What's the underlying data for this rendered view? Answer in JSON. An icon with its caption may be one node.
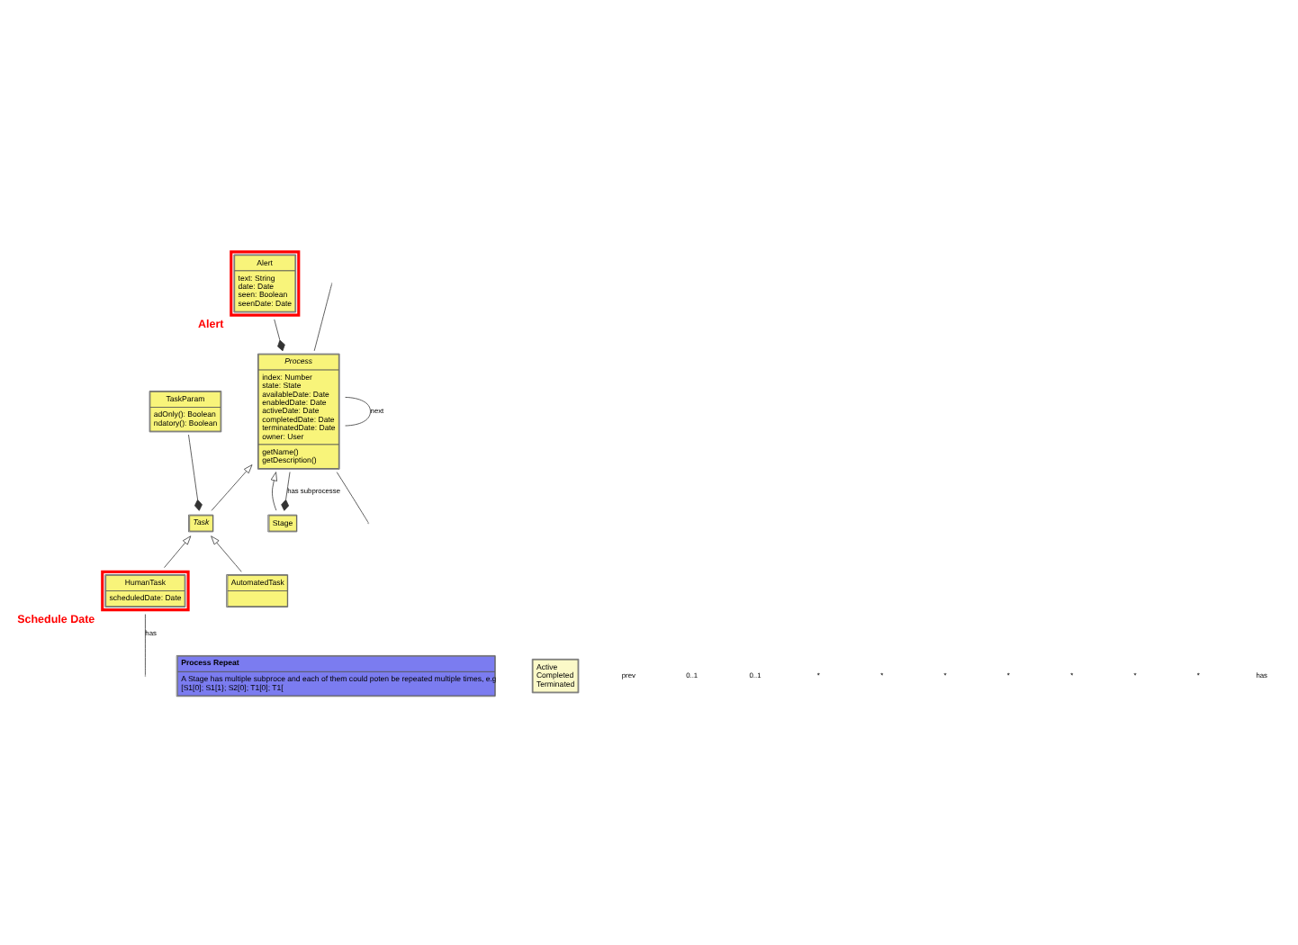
{
  "diagram": {
    "nodes": [
      {
        "text": [
          "Process",
          "index: Number",
          "state: State",
          "availableDate: Date",
          "enabledDate: Date",
          "activeDate: Date",
          "completedDate: Date",
          "terminatedDate: Date",
          "owner: User",
          "getName()",
          "getDescription()"
        ]
      },
      {
        "text": [
          "Alert",
          "text: String",
          "date: Date",
          "seen: Boolean",
          "seenDate: Date"
        ],
        "beside": [
          "Alert"
        ]
      },
      {
        "text": [
          "Task"
        ]
      },
      {
        "text": [
          "Stage"
        ]
      },
      {
        "text": [
          "TaskParam",
          "adOnly(): Boolean",
          "ndatory(): Boolean"
        ]
      },
      {
        "text": [
          "HumanTask",
          "scheduledDate: Date"
        ],
        "beside": [
          "Schedule Date"
        ]
      },
      {
        "text": [
          "AutomatedTask"
        ]
      },
      {
        "text": [
          "Process Repeat",
          "A Stage has multiple subproce and each of them could poten be repeated multiple times, e.g",
          "[S1[0]; S1[1}; S2[0]; T1[0]; T1["
        ]
      },
      {
        "text": [
          "Active",
          "Completed",
          "Terminated"
        ]
      }
    ],
    "edges": [
      {
        "from": 0,
        "to": 0,
        "arrow": "none",
        "label": "next"
      },
      {
        "from": 0,
        "to": null,
        "arrow": "none"
      },
      {
        "from": null,
        "to": 0,
        "arrow": "none"
      },
      {
        "from": 0,
        "to": 1,
        "arrow": "other"
      },
      {
        "from": 2,
        "to": 0,
        "arrow": "to"
      },
      {
        "from": 3,
        "to": 0,
        "arrow": "to"
      },
      {
        "from": 3,
        "to": 0,
        "arrow": "other",
        "label": "has subprocesse"
      },
      {
        "from": 2,
        "to": 4,
        "arrow": "other"
      },
      {
        "from": 5,
        "to": 2,
        "arrow": "to"
      },
      {
        "from": 6,
        "to": 2,
        "arrow": "to"
      },
      {
        "from": null,
        "to": 5,
        "arrow": "none",
        "label": "has"
      }
    ],
    "labels": [
      "prev",
      "0..1",
      "0..1",
      "*",
      "*",
      "*",
      "*",
      "*",
      "*",
      "*",
      "has"
    ]
  }
}
